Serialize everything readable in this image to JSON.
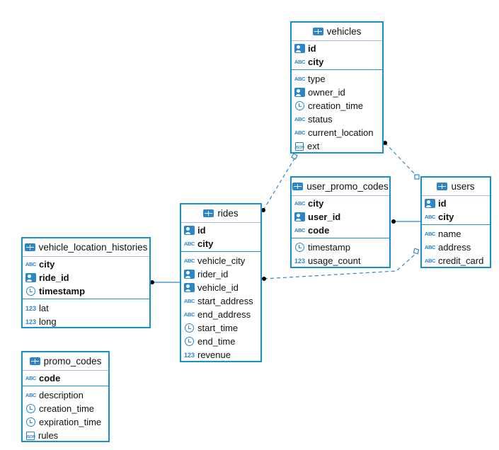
{
  "colors": {
    "border": "#1a8fd0",
    "icon": "#2b86c9",
    "connector": "#2b86c9"
  },
  "tables": {
    "vehicles": {
      "title": "vehicles",
      "pk": [
        {
          "icon": "key-icon",
          "name": "id"
        },
        {
          "icon": "abc-icon",
          "name": "city"
        }
      ],
      "cols": [
        {
          "icon": "abc-icon",
          "name": "type"
        },
        {
          "icon": "key-icon",
          "name": "owner_id"
        },
        {
          "icon": "clock-icon",
          "name": "creation_time"
        },
        {
          "icon": "abc-icon",
          "name": "status"
        },
        {
          "icon": "abc-icon",
          "name": "current_location"
        },
        {
          "icon": "json-icon",
          "name": "ext"
        }
      ]
    },
    "users": {
      "title": "users",
      "pk": [
        {
          "icon": "key-icon",
          "name": "id"
        },
        {
          "icon": "abc-icon",
          "name": "city"
        }
      ],
      "cols": [
        {
          "icon": "abc-icon",
          "name": "name"
        },
        {
          "icon": "abc-icon",
          "name": "address"
        },
        {
          "icon": "abc-icon",
          "name": "credit_card"
        }
      ]
    },
    "user_promo_codes": {
      "title": "user_promo_codes",
      "pk": [
        {
          "icon": "abc-icon",
          "name": "city"
        },
        {
          "icon": "key-icon",
          "name": "user_id"
        },
        {
          "icon": "abc-icon",
          "name": "code"
        }
      ],
      "cols": [
        {
          "icon": "clock-icon",
          "name": "timestamp"
        },
        {
          "icon": "num-icon",
          "name": "usage_count"
        }
      ]
    },
    "rides": {
      "title": "rides",
      "pk": [
        {
          "icon": "key-icon",
          "name": "id"
        },
        {
          "icon": "abc-icon",
          "name": "city"
        }
      ],
      "cols": [
        {
          "icon": "abc-icon",
          "name": "vehicle_city"
        },
        {
          "icon": "key-icon",
          "name": "rider_id"
        },
        {
          "icon": "key-icon",
          "name": "vehicle_id"
        },
        {
          "icon": "abc-icon",
          "name": "start_address"
        },
        {
          "icon": "abc-icon",
          "name": "end_address"
        },
        {
          "icon": "clock-icon",
          "name": "start_time"
        },
        {
          "icon": "clock-icon",
          "name": "end_time"
        },
        {
          "icon": "num-icon",
          "name": "revenue"
        }
      ]
    },
    "vehicle_location_histories": {
      "title": "vehicle_location_histories",
      "pk": [
        {
          "icon": "abc-icon",
          "name": "city"
        },
        {
          "icon": "key-icon",
          "name": "ride_id"
        },
        {
          "icon": "clock-icon",
          "name": "timestamp"
        }
      ],
      "cols": [
        {
          "icon": "num-icon",
          "name": "lat"
        },
        {
          "icon": "num-icon",
          "name": "long"
        }
      ]
    },
    "promo_codes": {
      "title": "promo_codes",
      "pk": [
        {
          "icon": "abc-icon",
          "name": "code"
        }
      ],
      "cols": [
        {
          "icon": "abc-icon",
          "name": "description"
        },
        {
          "icon": "clock-icon",
          "name": "creation_time"
        },
        {
          "icon": "clock-icon",
          "name": "expiration_time"
        },
        {
          "icon": "json-icon",
          "name": "rules"
        }
      ]
    }
  },
  "relationships": [
    {
      "from": "rides",
      "to": "vehicles",
      "style": "dashed"
    },
    {
      "from": "vehicles",
      "to": "users",
      "style": "dashed"
    },
    {
      "from": "user_promo_codes",
      "to": "users",
      "style": "solid"
    },
    {
      "from": "rides",
      "to": "users",
      "style": "dashed"
    },
    {
      "from": "vehicle_location_histories",
      "to": "rides",
      "style": "solid"
    }
  ],
  "icon_glyphs": {
    "abc-icon": "ABC",
    "num-icon": "123",
    "json-icon": "JSON"
  }
}
